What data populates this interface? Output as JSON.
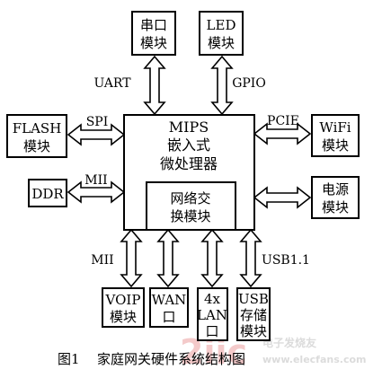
{
  "title": "家庭网关硬件系统结构图",
  "figure_caption": {
    "number": "图1",
    "text": "家庭网关硬件系统结构图"
  },
  "cpu": {
    "line1": "MIPS",
    "line2": "嵌入式",
    "line3": "微处理器"
  },
  "switch_module": {
    "line1": "网络交",
    "line2": "换模块"
  },
  "modules": {
    "serial": {
      "line1": "串口",
      "line2": "模块"
    },
    "led": {
      "line1": "LED",
      "line2": "模块"
    },
    "flash": {
      "line1": "FLASH",
      "line2": "模块"
    },
    "ddr": {
      "label": "DDR"
    },
    "wifi": {
      "line1": "WiFi",
      "line2": "模块"
    },
    "power": {
      "line1": "电源",
      "line2": "模块"
    },
    "voip": {
      "line1": "VOIP",
      "line2": "模块"
    },
    "wan": {
      "line1": "WAN",
      "line2": "口"
    },
    "lan": {
      "line1": "4x",
      "line2": "LAN",
      "line3": "口"
    },
    "usb": {
      "line1": "USB",
      "line2": "存储",
      "line3": "模块"
    }
  },
  "interfaces": {
    "uart": "UART",
    "gpio": "GPIO",
    "spi": "SPI",
    "mii_left": "MII",
    "pcie": "PCIE",
    "mii_bottom": "MII",
    "usb11": "USB1.1"
  },
  "watermark": {
    "brand": "2iic",
    "domain": ".com",
    "site_name": "电子发烧友",
    "site_url": "www.elecfans.com"
  }
}
